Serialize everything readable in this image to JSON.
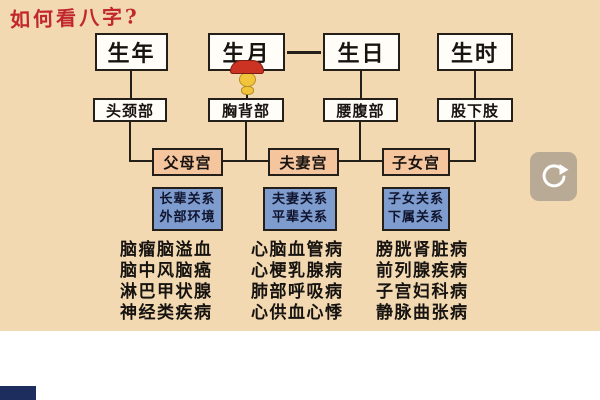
{
  "header": {
    "title": "如何看八字?"
  },
  "flowchart": {
    "pillars": [
      "生年",
      "生月",
      "生日",
      "生时"
    ],
    "body_parts": [
      "头颈部",
      "胸背部",
      "腰腹部",
      "股下肢"
    ],
    "palaces": [
      "父母宫",
      "夫妻宫",
      "子女宫"
    ],
    "relations": [
      [
        "长辈关系",
        "外部环境"
      ],
      [
        "夫妻关系",
        "平辈关系"
      ],
      [
        "子女关系",
        "下属关系"
      ]
    ],
    "diseases": [
      [
        "脑瘤脑溢血",
        "脑中风脑癌",
        "淋巴甲状腺",
        "神经类疾病"
      ],
      [
        "心脑血管病",
        "心梗乳腺病",
        "肺部呼吸病",
        "心供血心悸"
      ],
      [
        "膀胱肾脏病",
        "前列腺疾病",
        "子宫妇科病",
        "静脉曲张病"
      ]
    ]
  },
  "overlay": {
    "replay_icon": "circular-arrow-replay"
  },
  "colors": {
    "background": "#f2d9b2",
    "pillar_box": "#fffdf8",
    "palace_box": "#f5c69e",
    "relation_box": "#7e9cce",
    "title_red": "#c1272d",
    "connector_line": "#241f18",
    "navy_bar": "#1d2d5e"
  }
}
